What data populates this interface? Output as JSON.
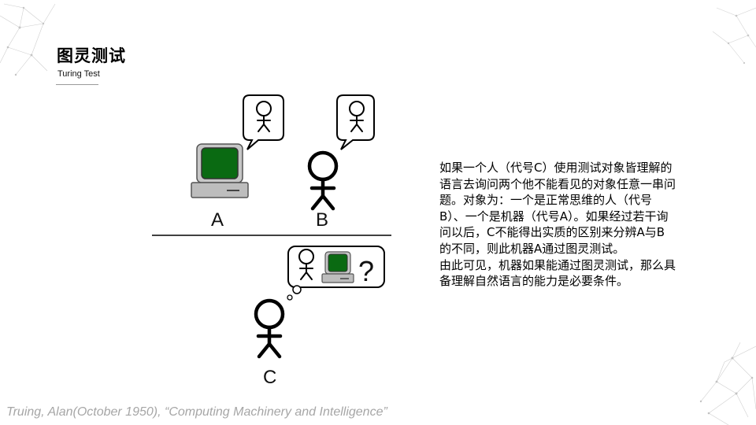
{
  "slide": {
    "title": "图灵测试",
    "subtitle": "Turing Test",
    "labels": {
      "a": "A",
      "b": "B",
      "c": "C",
      "question": "?"
    },
    "description": [
      "如果一个人（代号C）使用测试对象皆理解的语言去询问两个他不能看见的对象任意一串问题。对象为：一个是正常思维的人（代号B）、一个是机器（代号A）。如果经过若干询问以后，C不能得出实质的区别来分辨A与B的不同，则此机器A通过图灵测试。",
      "由此可见，机器如果能通过图灵测试，那么具备理解自然语言的能力是必要条件。"
    ],
    "citation": "Truing, Alan(October 1950), “Computing Machinery and Intelligence”"
  },
  "colors": {
    "screen_green": "#0a6a12",
    "computer_body": "#bdbdbd",
    "citation_gray": "#a6a6a6",
    "rule_gray": "#9a9a9a"
  },
  "icons": [
    "stick-figure-icon",
    "computer-icon",
    "speech-bubble-icon",
    "thought-bubble-icon",
    "network-decoration"
  ]
}
